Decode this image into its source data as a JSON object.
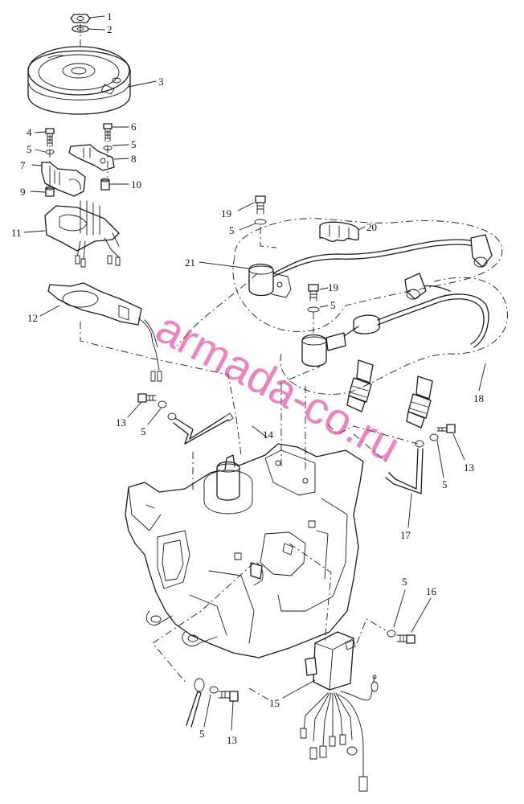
{
  "watermark": "armada-co.ru",
  "callouts": [
    {
      "id": "c1",
      "text": "1"
    },
    {
      "id": "c2",
      "text": "2"
    },
    {
      "id": "c3",
      "text": "3"
    },
    {
      "id": "c4",
      "text": "4"
    },
    {
      "id": "c5a",
      "text": "5"
    },
    {
      "id": "c5b",
      "text": "5"
    },
    {
      "id": "c5c",
      "text": "5"
    },
    {
      "id": "c5d",
      "text": "5"
    },
    {
      "id": "c5e",
      "text": "5"
    },
    {
      "id": "c5f",
      "text": "5"
    },
    {
      "id": "c5g",
      "text": "5"
    },
    {
      "id": "c5h",
      "text": "5"
    },
    {
      "id": "c6",
      "text": "6"
    },
    {
      "id": "c7",
      "text": "7"
    },
    {
      "id": "c8",
      "text": "8"
    },
    {
      "id": "c9",
      "text": "9"
    },
    {
      "id": "c10",
      "text": "10"
    },
    {
      "id": "c11",
      "text": "11"
    },
    {
      "id": "c12",
      "text": "12"
    },
    {
      "id": "c13a",
      "text": "13"
    },
    {
      "id": "c13b",
      "text": "13"
    },
    {
      "id": "c13c",
      "text": "13"
    },
    {
      "id": "c14",
      "text": "14"
    },
    {
      "id": "c15",
      "text": "15"
    },
    {
      "id": "c16",
      "text": "16"
    },
    {
      "id": "c17",
      "text": "17"
    },
    {
      "id": "c18",
      "text": "18"
    },
    {
      "id": "c19a",
      "text": "19"
    },
    {
      "id": "c19b",
      "text": "19"
    },
    {
      "id": "c20",
      "text": "20"
    },
    {
      "id": "c21",
      "text": "21"
    }
  ]
}
